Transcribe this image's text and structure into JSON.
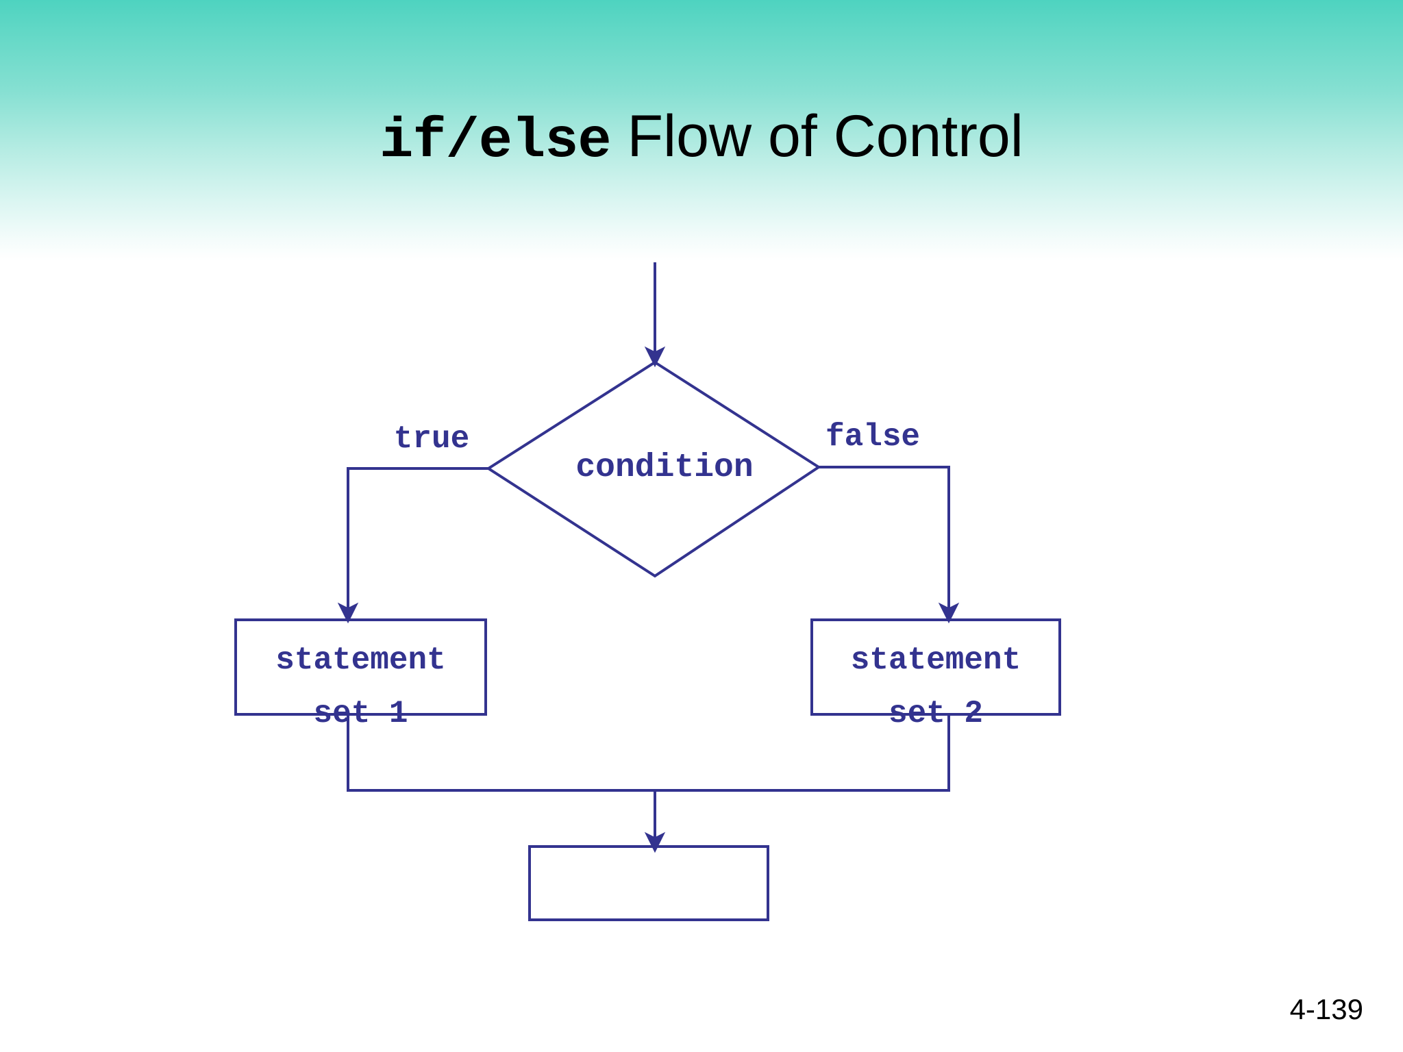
{
  "slide": {
    "title_mono": "if/else",
    "title_sans": " Flow of Control",
    "page_number": "4-139",
    "background": {
      "gradient_top_color": "#4ed3c0",
      "gradient_bottom_color": "#ffffff",
      "page_color": "#ffffff"
    }
  },
  "diagram": {
    "type": "flowchart",
    "stroke_color": "#33338f",
    "text_color": "#33338f",
    "entry_arrow": {
      "label": "",
      "from": "top of slide",
      "to": "condition-diamond"
    },
    "decision": {
      "label": "condition",
      "shape": "diamond",
      "branches": [
        {
          "label": "true",
          "side": "left",
          "target": "statement-set-1-box"
        },
        {
          "label": "false",
          "side": "right",
          "target": "statement-set-2-box"
        }
      ]
    },
    "boxes": [
      {
        "id": "statement-set-1-box",
        "line1": "statement",
        "line2": "set 1"
      },
      {
        "id": "statement-set-2-box",
        "line1": "statement",
        "line2": "set 2"
      },
      {
        "id": "merge-box",
        "line1": "",
        "line2": ""
      }
    ],
    "merge": {
      "description": "both branches rejoin and flow into the empty bottom box"
    }
  }
}
